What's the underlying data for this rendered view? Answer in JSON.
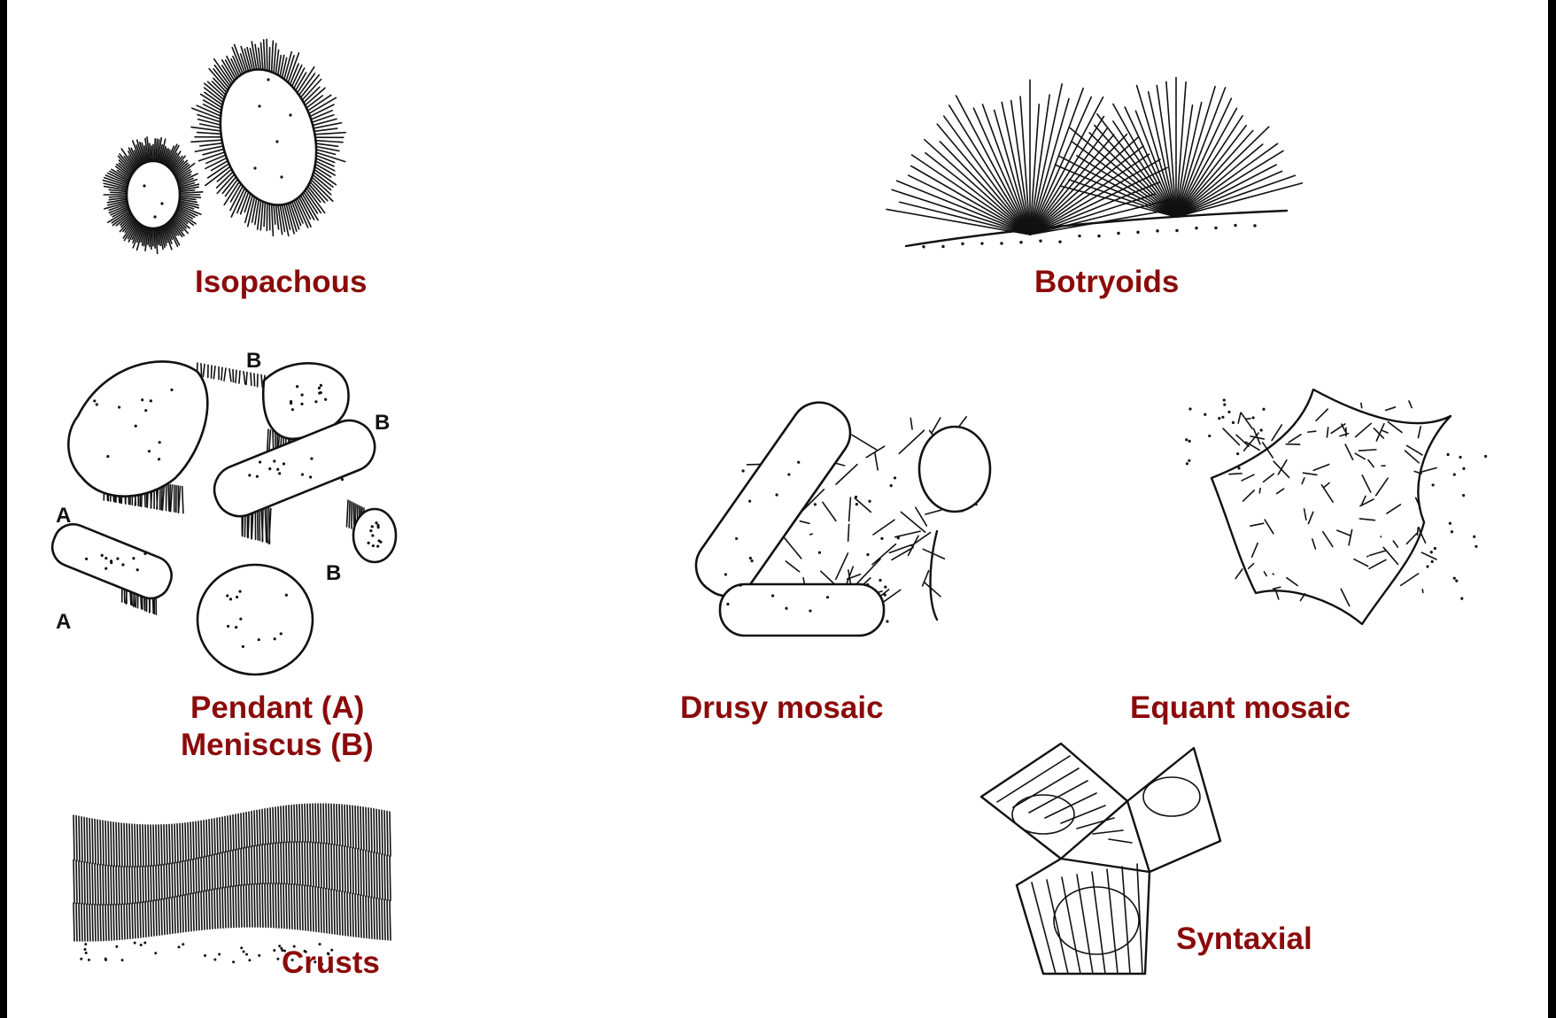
{
  "figures": {
    "isopachous": {
      "caption": "Isopachous"
    },
    "botryoids": {
      "caption": "Botryoids"
    },
    "pendant_meniscus": {
      "caption_line1": "Pendant  (A)",
      "caption_line2": "Meniscus (B)",
      "labels": {
        "a1": "A",
        "a2": "A",
        "b1": "B",
        "b2": "B",
        "b3": "B"
      }
    },
    "drusy_mosaic": {
      "caption": "Drusy mosaic"
    },
    "equant_mosaic": {
      "caption": "Equant mosaic"
    },
    "crusts": {
      "caption": "Crusts"
    },
    "syntaxial": {
      "caption": "Syntaxial"
    }
  },
  "colors": {
    "caption": "#8b0a0a",
    "background": "#000000",
    "panel": "#ffffff",
    "ink": "#111111"
  }
}
